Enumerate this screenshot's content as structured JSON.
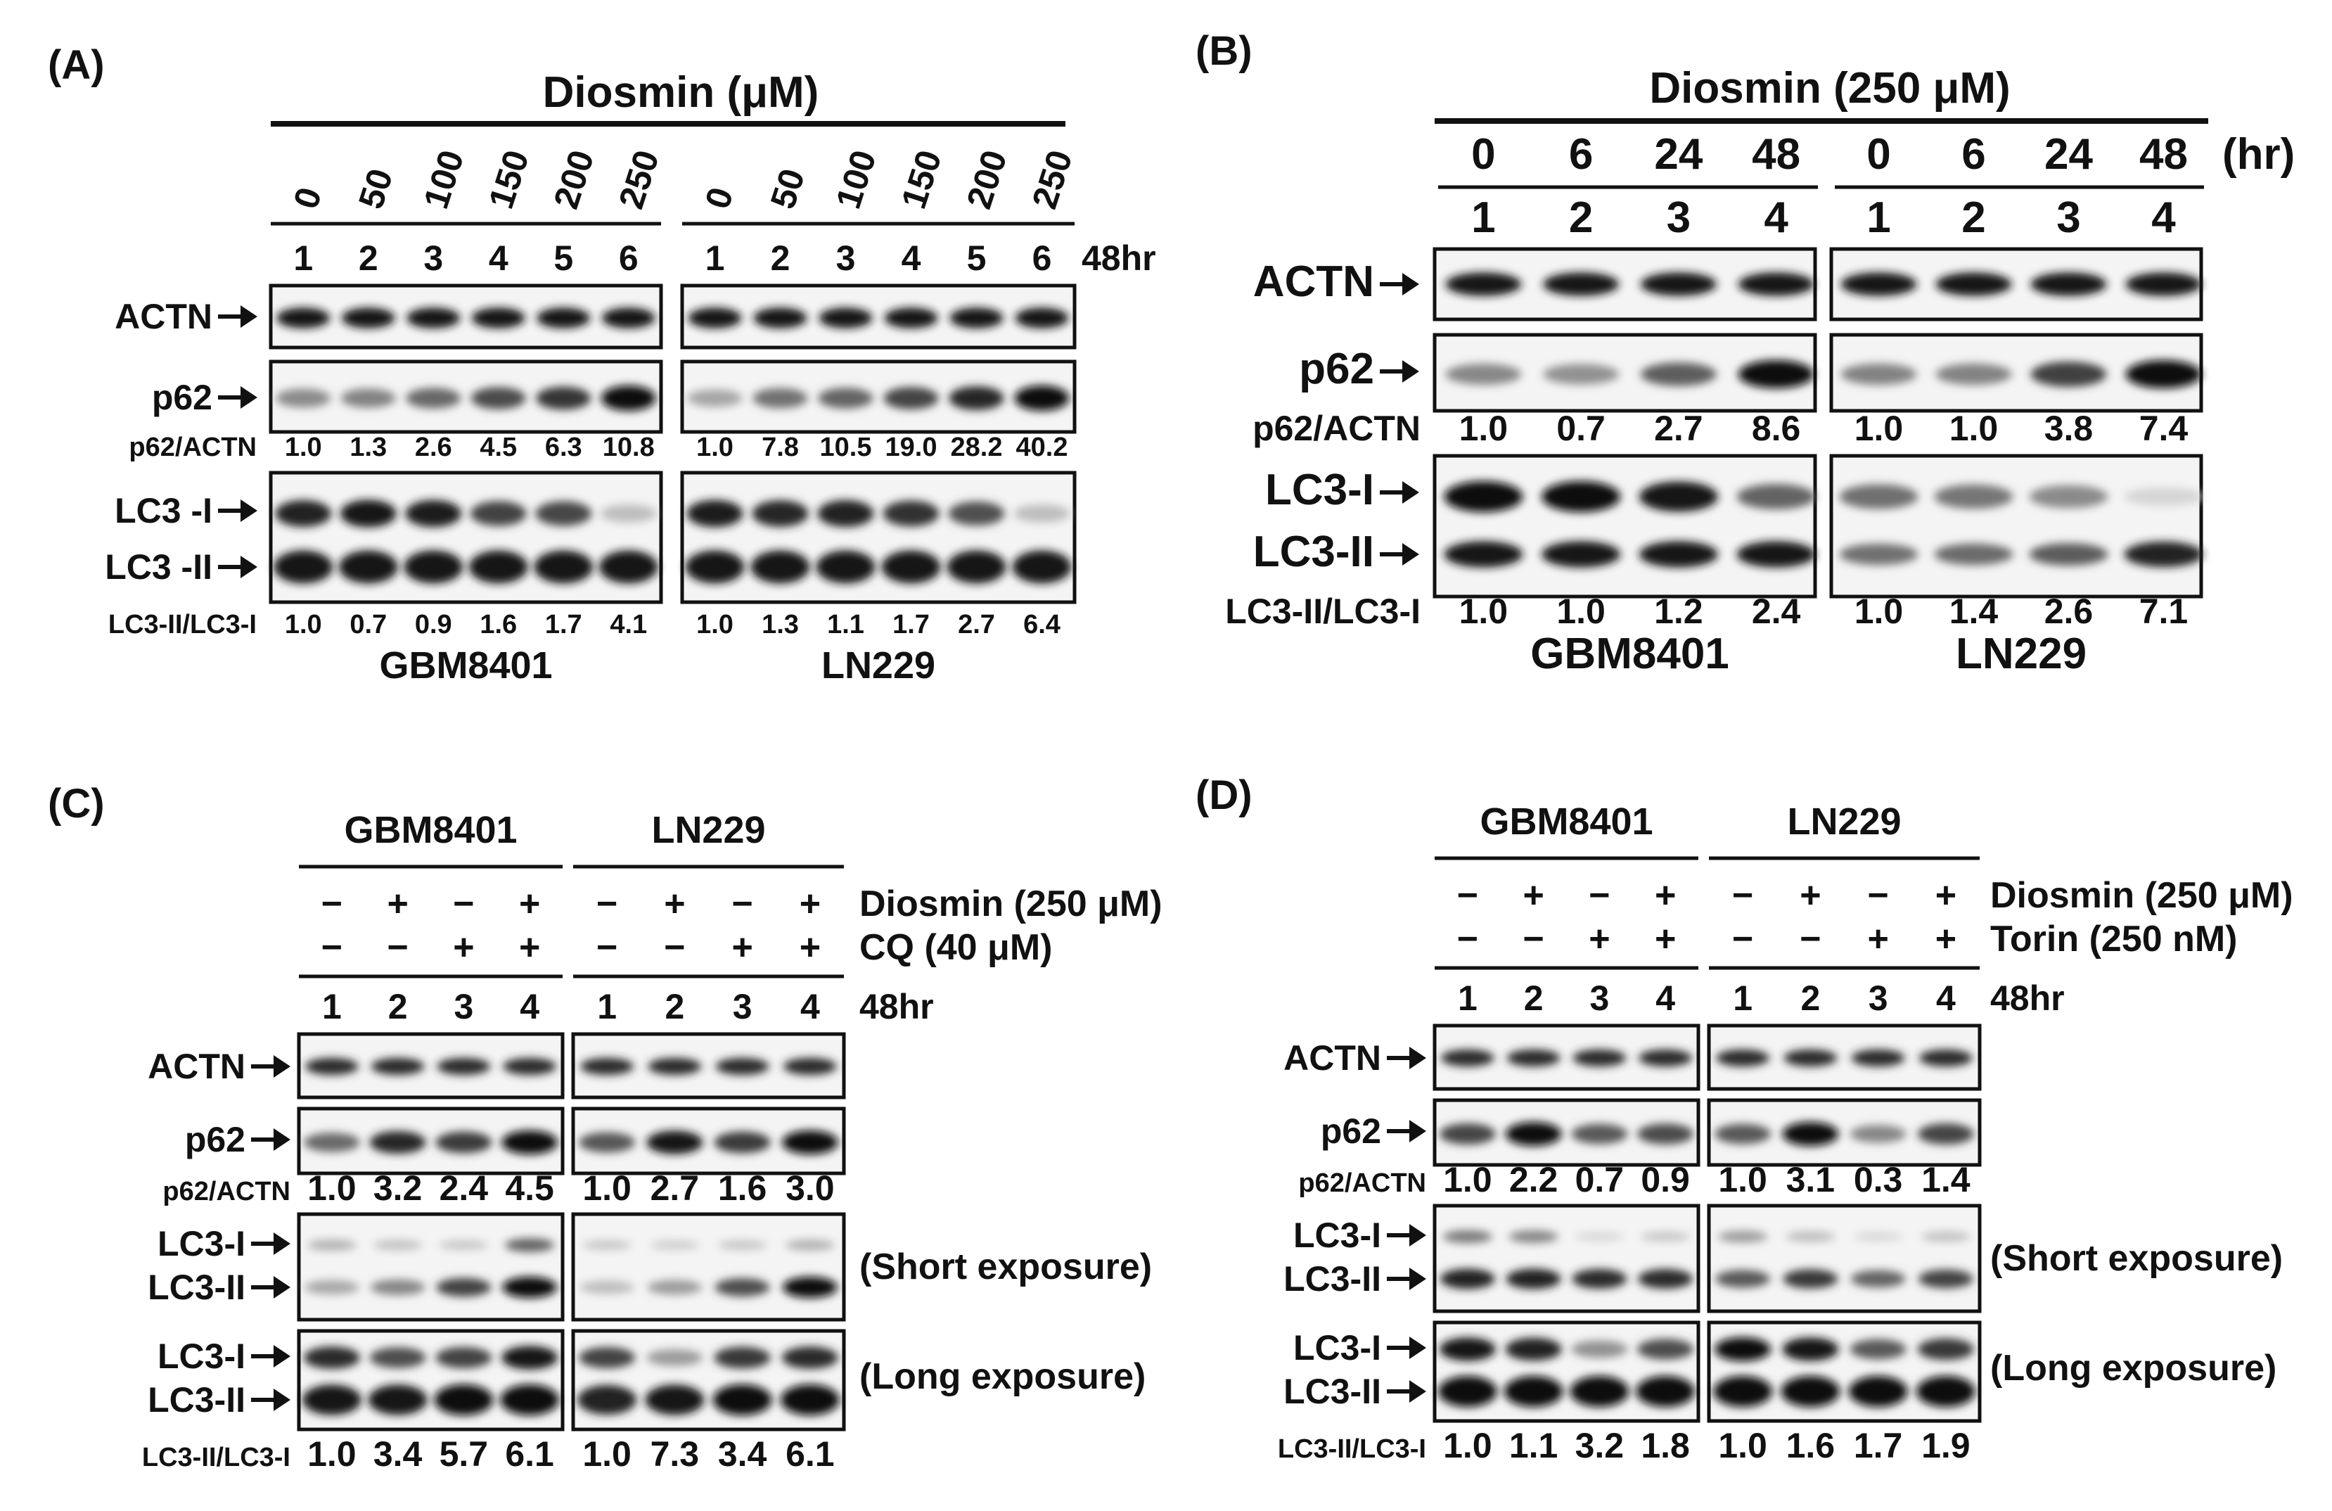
{
  "panels": {
    "A": {
      "label": "(A)",
      "header": "Diosmin (μM)",
      "doses": [
        "0",
        "50",
        "100",
        "150",
        "200",
        "250"
      ],
      "lanes": [
        "1",
        "2",
        "3",
        "4",
        "5",
        "6"
      ],
      "time": "48hr",
      "cells": [
        "GBM8401",
        "LN229"
      ],
      "rows": {
        "actn": "ACTN",
        "p62": "p62",
        "lc3i": "LC3 -I",
        "lc3ii": "LC3 -II"
      },
      "ratio_labels": {
        "p62": "p62/ACTN",
        "lc3": "LC3-II/LC3-I"
      },
      "p62_ratio": [
        [
          "1.0",
          "1.3",
          "2.6",
          "4.5",
          "6.3",
          "10.8"
        ],
        [
          "1.0",
          "7.8",
          "10.5",
          "19.0",
          "28.2",
          "40.2"
        ]
      ],
      "lc3_ratio": [
        [
          "1.0",
          "0.7",
          "0.9",
          "1.6",
          "1.7",
          "4.1"
        ],
        [
          "1.0",
          "1.3",
          "1.1",
          "1.7",
          "2.7",
          "6.4"
        ]
      ]
    },
    "B": {
      "label": "(B)",
      "header": "Diosmin (250 μM)",
      "times": [
        "0",
        "6",
        "24",
        "48"
      ],
      "unit": "(hr)",
      "lanes": [
        "1",
        "2",
        "3",
        "4"
      ],
      "cells": [
        "GBM8401",
        "LN229"
      ],
      "rows": {
        "actn": "ACTN",
        "p62": "p62",
        "lc3i": "LC3-I",
        "lc3ii": "LC3-II"
      },
      "ratio_labels": {
        "p62": "p62/ACTN",
        "lc3": "LC3-II/LC3-I"
      },
      "p62_ratio": [
        [
          "1.0",
          "0.7",
          "2.7",
          "8.6"
        ],
        [
          "1.0",
          "1.0",
          "3.8",
          "7.4"
        ]
      ],
      "lc3_ratio": [
        [
          "1.0",
          "1.0",
          "1.2",
          "2.4"
        ],
        [
          "1.0",
          "1.4",
          "2.6",
          "7.1"
        ]
      ]
    },
    "C": {
      "label": "(C)",
      "cells": [
        "GBM8401",
        "LN229"
      ],
      "treat1": {
        "label": "Diosmin (250 μM)",
        "signs": [
          "−",
          "+",
          "−",
          "+"
        ]
      },
      "treat2": {
        "label": "CQ (40 μM)",
        "signs": [
          "−",
          "−",
          "+",
          "+"
        ]
      },
      "lanes": [
        "1",
        "2",
        "3",
        "4"
      ],
      "time": "48hr",
      "rows": {
        "actn": "ACTN",
        "p62": "p62",
        "lc3i": "LC3-I",
        "lc3ii": "LC3-II"
      },
      "ratio_labels": {
        "p62": "p62/ACTN",
        "lc3": "LC3-II/LC3-I"
      },
      "exposures": {
        "short": "(Short exposure)",
        "long": "(Long exposure)"
      },
      "p62_ratio": [
        [
          "1.0",
          "3.2",
          "2.4",
          "4.5"
        ],
        [
          "1.0",
          "2.7",
          "1.6",
          "3.0"
        ]
      ],
      "lc3_ratio": [
        [
          "1.0",
          "3.4",
          "5.7",
          "6.1"
        ],
        [
          "1.0",
          "7.3",
          "3.4",
          "6.1"
        ]
      ]
    },
    "D": {
      "label": "(D)",
      "cells": [
        "GBM8401",
        "LN229"
      ],
      "treat1": {
        "label": "Diosmin (250 μM)",
        "signs": [
          "−",
          "+",
          "−",
          "+"
        ]
      },
      "treat2": {
        "label": "Torin (250 nM)",
        "signs": [
          "−",
          "−",
          "+",
          "+"
        ]
      },
      "lanes": [
        "1",
        "2",
        "3",
        "4"
      ],
      "time": "48hr",
      "rows": {
        "actn": "ACTN",
        "p62": "p62",
        "lc3i": "LC3-I",
        "lc3ii": "LC3-II"
      },
      "ratio_labels": {
        "p62": "p62/ACTN",
        "lc3": "LC3-II/LC3-I"
      },
      "exposures": {
        "short": "(Short exposure)",
        "long": "(Long exposure)"
      },
      "p62_ratio": [
        [
          "1.0",
          "2.2",
          "0.7",
          "0.9"
        ],
        [
          "1.0",
          "3.1",
          "0.3",
          "1.4"
        ]
      ],
      "lc3_ratio": [
        [
          "1.0",
          "1.1",
          "3.2",
          "1.8"
        ],
        [
          "1.0",
          "1.6",
          "1.7",
          "1.9"
        ]
      ]
    }
  }
}
